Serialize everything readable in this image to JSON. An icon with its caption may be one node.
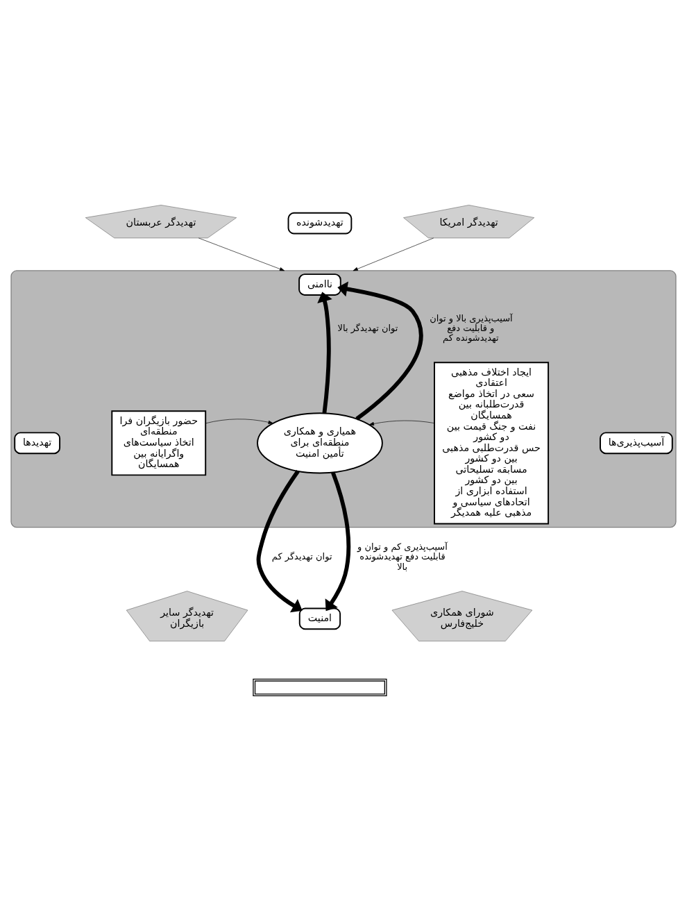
{
  "diagram": {
    "nodes": [
      {
        "text": [],
        "shape": "ellipse"
      },
      {
        "text": [
          "تهدیدشونده"
        ]
      },
      {
        "text": [
          "ناامنی"
        ],
        "in": 0
      },
      {
        "text": [
          "تهدیدگر عربستان"
        ]
      },
      {
        "text": [
          "تهدیدگر امریکا"
        ]
      },
      {
        "text": [
          "تهدیدها"
        ],
        "in": 0
      },
      {
        "text": [
          "حضور بازیگران فرا منطقه‌ای",
          "اتخاذ سیاست‌های واگرایانه بین همسایگان"
        ],
        "in": 0
      },
      {
        "text": [
          "همیاری و همکاری منطقه‌ای برای تأمین امنیت"
        ],
        "in": 0
      },
      {
        "text": [
          "ایجاد اختلاف مذهبی اعتقادی",
          "سعی در اتخاذ مواضع قدرت‌طلبانه بین همسایگان",
          "نفت و جنگ قیمت بین دو کشور",
          "حس قدرت‌طلبی مذهبی بین دو کشور",
          "مسابقه تسلیحاتی بین دو کشور",
          "استفاده ابزاری از اتحادهای سیاسی و مذهبی علیه همدیگر"
        ],
        "in": 0
      },
      {
        "text": [
          "آسیب‌پذیری‌ها"
        ],
        "in": 0
      },
      {
        "text": [
          "تهدیدگر سایر بازیگران"
        ]
      },
      {
        "text": [
          "شورای همکاری خلیج‌فارس"
        ]
      },
      {
        "text": [
          "امنیت"
        ]
      },
      {
        "text": [],
        "shape": "box"
      }
    ],
    "edges": [
      {
        "from": 3,
        "to": 0,
        "arrow": "to"
      },
      {
        "from": 4,
        "to": 0,
        "arrow": "to"
      },
      {
        "from": 7,
        "to": 2,
        "arrow": "to",
        "label": "توان تهدیدگر بالا",
        "style": "thick"
      },
      {
        "from": 7,
        "to": 2,
        "arrow": "to",
        "label": "آسیب‌پذیری بالا و توان و قابلیت دفع تهدیدشونده کم",
        "style": "thick"
      },
      {
        "from": 6,
        "to": 7,
        "arrow": "to"
      },
      {
        "from": 8,
        "to": 7,
        "arrow": "to"
      },
      {
        "from": 7,
        "to": 12,
        "arrow": "to",
        "label": "توان تهدیدگر کم",
        "style": "thick"
      },
      {
        "from": 7,
        "to": 12,
        "arrow": "to",
        "label": "آسیب‌پذیری کم و توان و قابلیت دفع تهدیدشونده بالا",
        "style": "thick"
      }
    ]
  }
}
